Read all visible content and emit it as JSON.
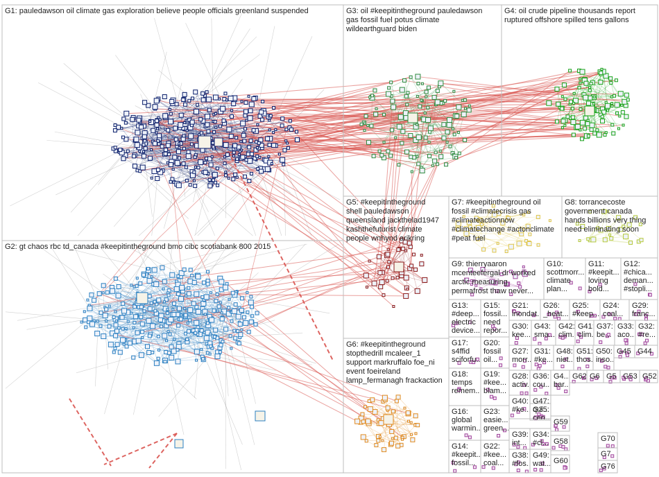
{
  "groups": [
    {
      "id": "G1",
      "label_lines": [
        "G1: pauledawson oil climate gas exploration believe people officials greenland suspended"
      ]
    },
    {
      "id": "G2",
      "label_lines": [
        "G2: gt chaos rbc td_canada #keepitintheground bmo cibc scotiabank 800 2015"
      ]
    },
    {
      "id": "G3",
      "label_lines": [
        "G3: oil #keepitintheground pauledawson",
        "gas fossil fuel potus climate",
        "wildearthguard biden"
      ]
    },
    {
      "id": "G4",
      "label_lines": [
        "G4: oil crude pipeline thousands report",
        "ruptured offshore spilled tens gallons"
      ]
    },
    {
      "id": "G5",
      "label_lines": [
        "G5: #keepitintheground",
        "shell pauledawson",
        "queensland jackthelad1947",
        "kashthefuturist climate",
        "people wnhynd arikring"
      ]
    },
    {
      "id": "G6",
      "label_lines": [
        "G6: #keepitintheground",
        "stopthedrill mcaleer_1",
        "support markruffalo foe_ni",
        "event foeireland",
        "lamp_fermanagh frackaction"
      ]
    },
    {
      "id": "G7",
      "label_lines": [
        "G7: #keepitintheground oil",
        "fossil #climatecrisis gas",
        "#climateactionnow",
        "#climatechange #actonclimate",
        "#peat fuel"
      ]
    },
    {
      "id": "G8",
      "label_lines": [
        "G8: torrancecoste",
        "government canada",
        "hands billions very thing",
        "need eliminating soon"
      ]
    },
    {
      "id": "G9",
      "label_lines": [
        "G9: thierryaaron",
        "mcenteefergal dr worked",
        "arctic measuring",
        "permafrost thaw never..."
      ]
    },
    {
      "id": "G10",
      "label_lines": [
        "G10:",
        "scottmorr...",
        "climate",
        "plan..."
      ]
    },
    {
      "id": "G11",
      "label_lines": [
        "G11:",
        "#keepit...",
        "loving",
        "bold..."
      ]
    },
    {
      "id": "G12",
      "label_lines": [
        "G12:",
        "#chica...",
        "deman...",
        "#stopli..."
      ]
    },
    {
      "id": "G13",
      "label_lines": [
        "G13:",
        "#deep...",
        "electric",
        "device..."
      ]
    },
    {
      "id": "G15",
      "label_lines": [
        "G15:",
        "fossil...",
        "need",
        "repor..."
      ]
    },
    {
      "id": "G21",
      "label_lines": [
        "G21:",
        "inondat..."
      ]
    },
    {
      "id": "G26",
      "label_lines": [
        "G26:",
        "_heat..."
      ]
    },
    {
      "id": "G25",
      "label_lines": [
        "G25:",
        "#keep..."
      ]
    },
    {
      "id": "G24",
      "label_lines": [
        "G24:",
        "coal..."
      ]
    },
    {
      "id": "G29",
      "label_lines": [
        "G29:",
        "franc..."
      ]
    },
    {
      "id": "G17",
      "label_lines": [
        "G17:",
        "s4ffid",
        "sciforfu..."
      ]
    },
    {
      "id": "G20",
      "label_lines": [
        "G20:",
        "fossil",
        "oil..."
      ]
    },
    {
      "id": "G30",
      "label_lines": [
        "G30:",
        "kee..."
      ]
    },
    {
      "id": "G43",
      "label_lines": [
        "G43:",
        "sma..."
      ]
    },
    {
      "id": "G42",
      "label_lines": [
        "G42:",
        "clim..."
      ]
    },
    {
      "id": "G41",
      "label_lines": [
        "G41:",
        "clim..."
      ]
    },
    {
      "id": "G37",
      "label_lines": [
        "G37:",
        "be..."
      ]
    },
    {
      "id": "G33",
      "label_lines": [
        "G33:",
        "aco..."
      ]
    },
    {
      "id": "G32",
      "label_lines": [
        "G32:",
        "#re..."
      ]
    },
    {
      "id": "G27",
      "label_lines": [
        "G27:",
        "morr..."
      ]
    },
    {
      "id": "G31",
      "label_lines": [
        "G31:",
        "#ke..."
      ]
    },
    {
      "id": "G48",
      "label_lines": [
        "G48:",
        "niet..."
      ]
    },
    {
      "id": "G51",
      "label_lines": [
        "G51:",
        "thos..."
      ]
    },
    {
      "id": "G50",
      "label_lines": [
        "G50:",
        "inso..."
      ]
    },
    {
      "id": "G45",
      "label_lines": [
        "G45"
      ]
    },
    {
      "id": "G44",
      "label_lines": [
        "G44"
      ]
    },
    {
      "id": "G18",
      "label_lines": [
        "G18:",
        "temps",
        "remem..."
      ]
    },
    {
      "id": "G19",
      "label_lines": [
        "G19:",
        "#kee...",
        "blam..."
      ]
    },
    {
      "id": "G28",
      "label_lines": [
        "G28:",
        "activ..."
      ]
    },
    {
      "id": "G36",
      "label_lines": [
        "G36:",
        "cou..."
      ]
    },
    {
      "id": "G4x",
      "label_lines": [
        "G4...",
        "bar..."
      ]
    },
    {
      "id": "G62",
      "label_lines": [
        "G62"
      ]
    },
    {
      "id": "G6x",
      "label_lines": [
        "G6"
      ]
    },
    {
      "id": "G5x",
      "label_lines": [
        "G5"
      ]
    },
    {
      "id": "G53",
      "label_lines": [
        "G53"
      ]
    },
    {
      "id": "G52",
      "label_lines": [
        "G52"
      ]
    },
    {
      "id": "G16",
      "label_lines": [
        "G16:",
        "global",
        "warmin..."
      ]
    },
    {
      "id": "G23",
      "label_lines": [
        "G23:",
        "easie...",
        "green..."
      ]
    },
    {
      "id": "G40",
      "label_lines": [
        "G40:",
        "#ke..."
      ]
    },
    {
      "id": "G35",
      "label_lines": [
        "G35:",
        "ceo..."
      ]
    },
    {
      "id": "G59",
      "label_lines": [
        "G59"
      ]
    },
    {
      "id": "G14",
      "label_lines": [
        "G14:",
        "#keepit...",
        "fossil..."
      ]
    },
    {
      "id": "G22",
      "label_lines": [
        "G22:",
        "#kee...",
        "coal..."
      ]
    },
    {
      "id": "G39",
      "label_lines": [
        "G39:",
        "int..."
      ]
    },
    {
      "id": "G34",
      "label_lines": [
        "G34:",
        "#cl..."
      ]
    },
    {
      "id": "G38",
      "label_lines": [
        "G38:",
        "#fos..."
      ]
    },
    {
      "id": "G49",
      "label_lines": [
        "G49:",
        "wat..."
      ]
    },
    {
      "id": "G58",
      "label_lines": [
        "G58"
      ]
    },
    {
      "id": "G60",
      "label_lines": [
        "G60"
      ]
    },
    {
      "id": "G70",
      "label_lines": [
        "G70"
      ]
    },
    {
      "id": "G7x",
      "label_lines": [
        "G7"
      ]
    },
    {
      "id": "G76",
      "label_lines": [
        "G76"
      ]
    },
    {
      "id": "G47",
      "label_lines": [
        "G47:",
        "qui..."
      ]
    }
  ],
  "colors": {
    "border": "#bdbdbd",
    "edge": "#9a9a9a",
    "cross_edge": "#d9534f",
    "g1": "#0b1f6b",
    "g2": "#2a7fc1",
    "g3": "#2e8b3e",
    "g4": "#19a319",
    "g5": "#8b1a1a",
    "g6": "#e08a1e",
    "g7": "#e0c64a",
    "g8": "#b5c93a",
    "g9": "#a0449c"
  }
}
